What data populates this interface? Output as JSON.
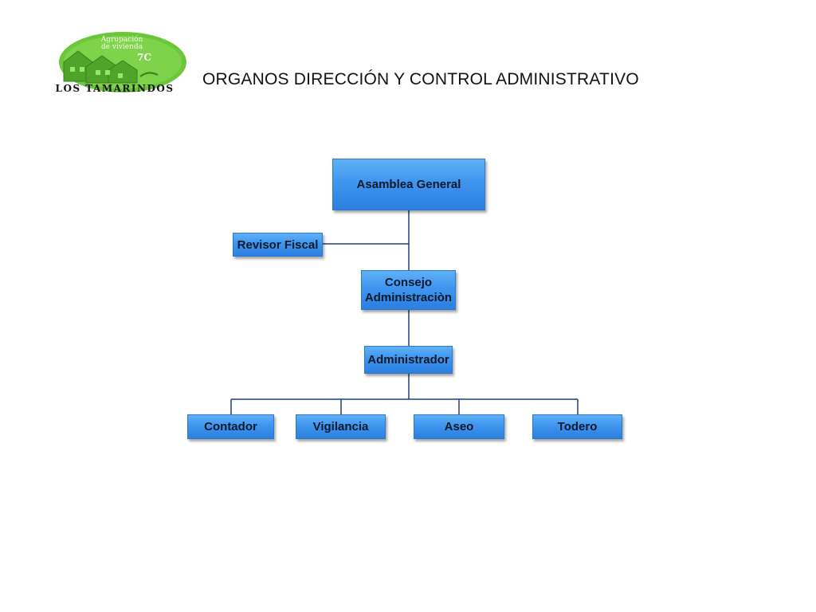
{
  "header": {
    "title": "ORGANOS DIRECCIÓN Y CONTROL ADMINISTRATIVO",
    "logo": {
      "line1": "Agrupación",
      "line2": "de vivienda",
      "number": "7C",
      "brand": "LOS TAMARINDOS"
    }
  },
  "org_chart": {
    "nodes": {
      "asamblea": "Asamblea General",
      "revisor": "Revisor Fiscal",
      "consejo": "Consejo\nAdministraciòn",
      "administrador": "Administrador",
      "contador": "Contador",
      "vigilancia": "Vigilancia",
      "aseo": "Aseo",
      "todero": "Todero"
    }
  },
  "colors": {
    "node_fill_top": "#5fb1f6",
    "node_fill_bottom": "#2a7fe0",
    "connector": "#1f3f7a",
    "logo_green": "#6cc63c"
  }
}
